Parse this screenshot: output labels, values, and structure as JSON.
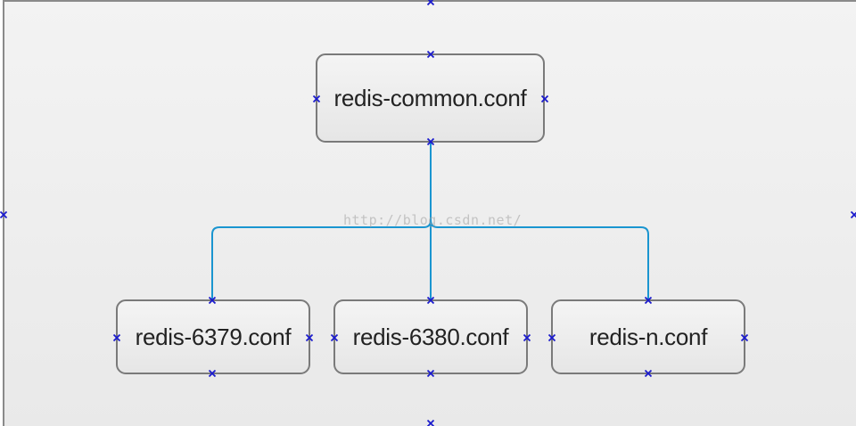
{
  "diagram": {
    "root": {
      "label": "redis-common.conf"
    },
    "children": [
      {
        "label": "redis-6379.conf"
      },
      {
        "label": "redis-6380.conf"
      },
      {
        "label": "redis-n.conf"
      }
    ],
    "watermark": "http://blog.csdn.net/",
    "colors": {
      "connector": "#1a95d0",
      "handle": "#1a1acc",
      "node_border": "#7a7a7a",
      "frame_border": "#8a8a8a"
    }
  }
}
